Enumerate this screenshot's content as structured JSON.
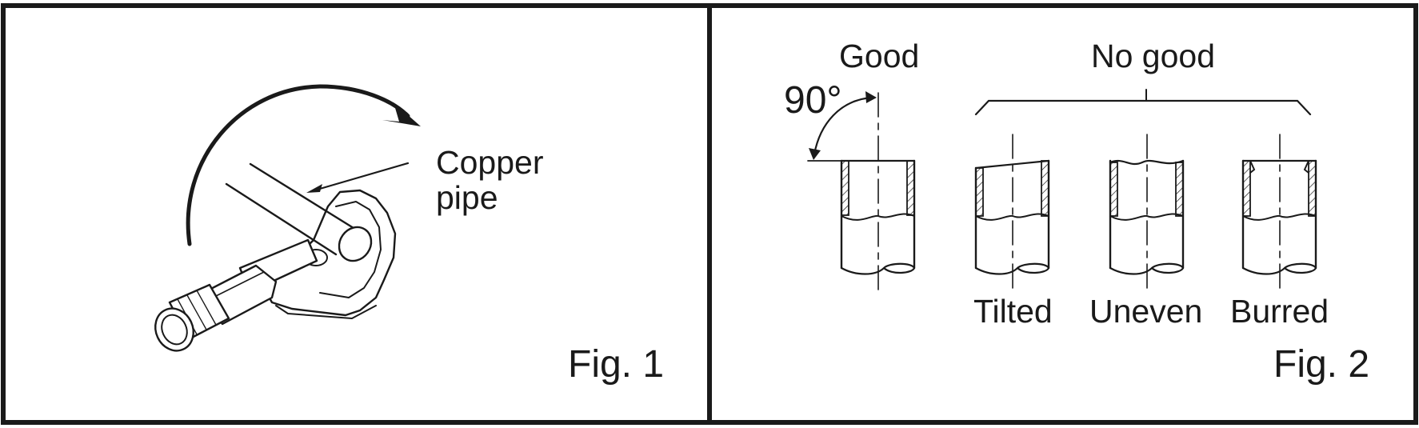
{
  "figures": {
    "fig1": {
      "caption": "Fig. 1",
      "pipe_label_line1": "Copper",
      "pipe_label_line2": "pipe"
    },
    "fig2": {
      "caption": "Fig. 2",
      "good_label": "Good",
      "no_good_label": "No good",
      "angle_label": "90°",
      "tilted_label": "Tilted",
      "uneven_label": "Uneven",
      "burred_label": "Burred"
    }
  },
  "colors": {
    "ink": "#1a1a1a",
    "background": "#ffffff",
    "tool_fill": "#ffffff"
  }
}
